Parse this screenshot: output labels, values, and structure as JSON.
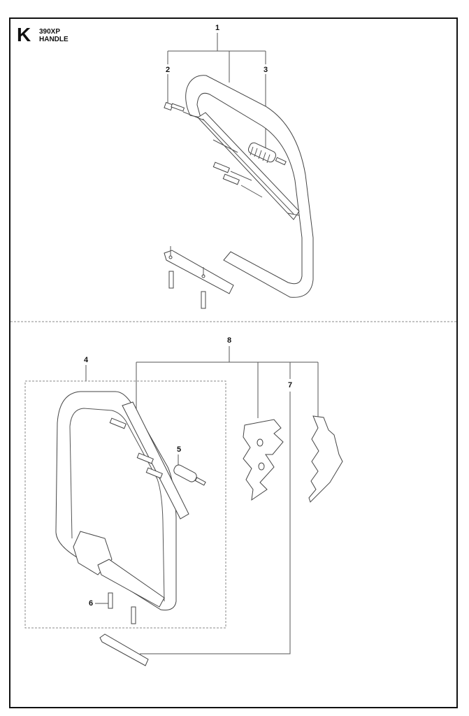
{
  "header": {
    "section_letter": "K",
    "model": "390XP",
    "title": "HANDLE"
  },
  "callouts": [
    "1",
    "2",
    "3",
    "4",
    "5",
    "6",
    "7",
    "8"
  ]
}
